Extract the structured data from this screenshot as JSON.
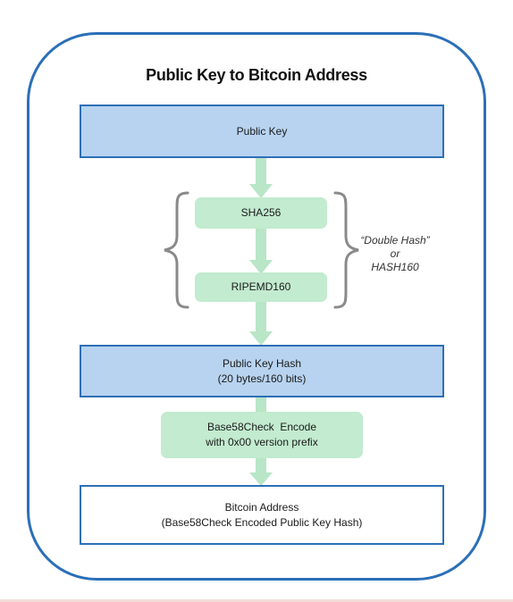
{
  "diagram": {
    "title": "Public Key to Bitcoin Address",
    "public_key": "Public Key",
    "sha256": "SHA256",
    "ripemd160": "RIPEMD160",
    "double_hash_note": {
      "line1": "“Double Hash”",
      "line2": "or",
      "line3": "HASH160"
    },
    "public_key_hash": {
      "line1": "Public Key Hash",
      "line2": "(20 bytes/160 bits)"
    },
    "base58check_encode": {
      "line1": "Base58Check  Encode",
      "line2": "with 0x00 version prefix"
    },
    "bitcoin_address": {
      "line1": "Bitcoin Address",
      "line2": "(Base58Check Encoded Public Key Hash)"
    }
  },
  "colors": {
    "frame": "#2b6fb8",
    "blue_box_fill": "#b7d3f0",
    "blue_box_border": "#2e6fb6",
    "green_box_fill": "#c2ebcf",
    "arrow": "#b8e6c6",
    "brace": "#8a8a8a"
  }
}
